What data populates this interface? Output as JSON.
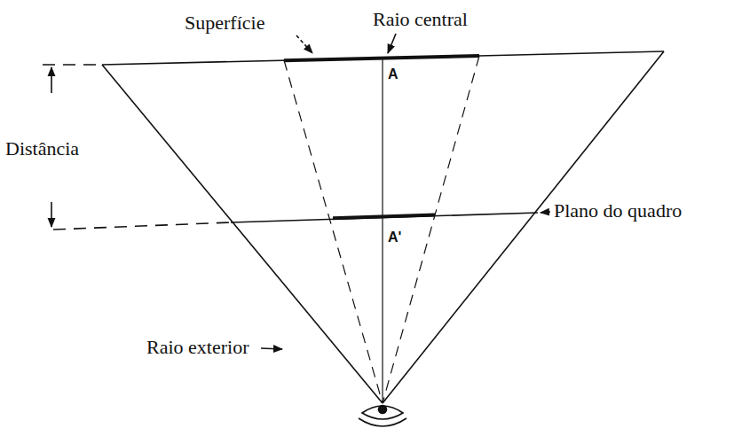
{
  "diagram": {
    "labels": [
      "Superfície",
      "Raio central",
      "A",
      "Distância",
      "A'",
      "Plano do quadro",
      "Raio exterior"
    ]
  }
}
